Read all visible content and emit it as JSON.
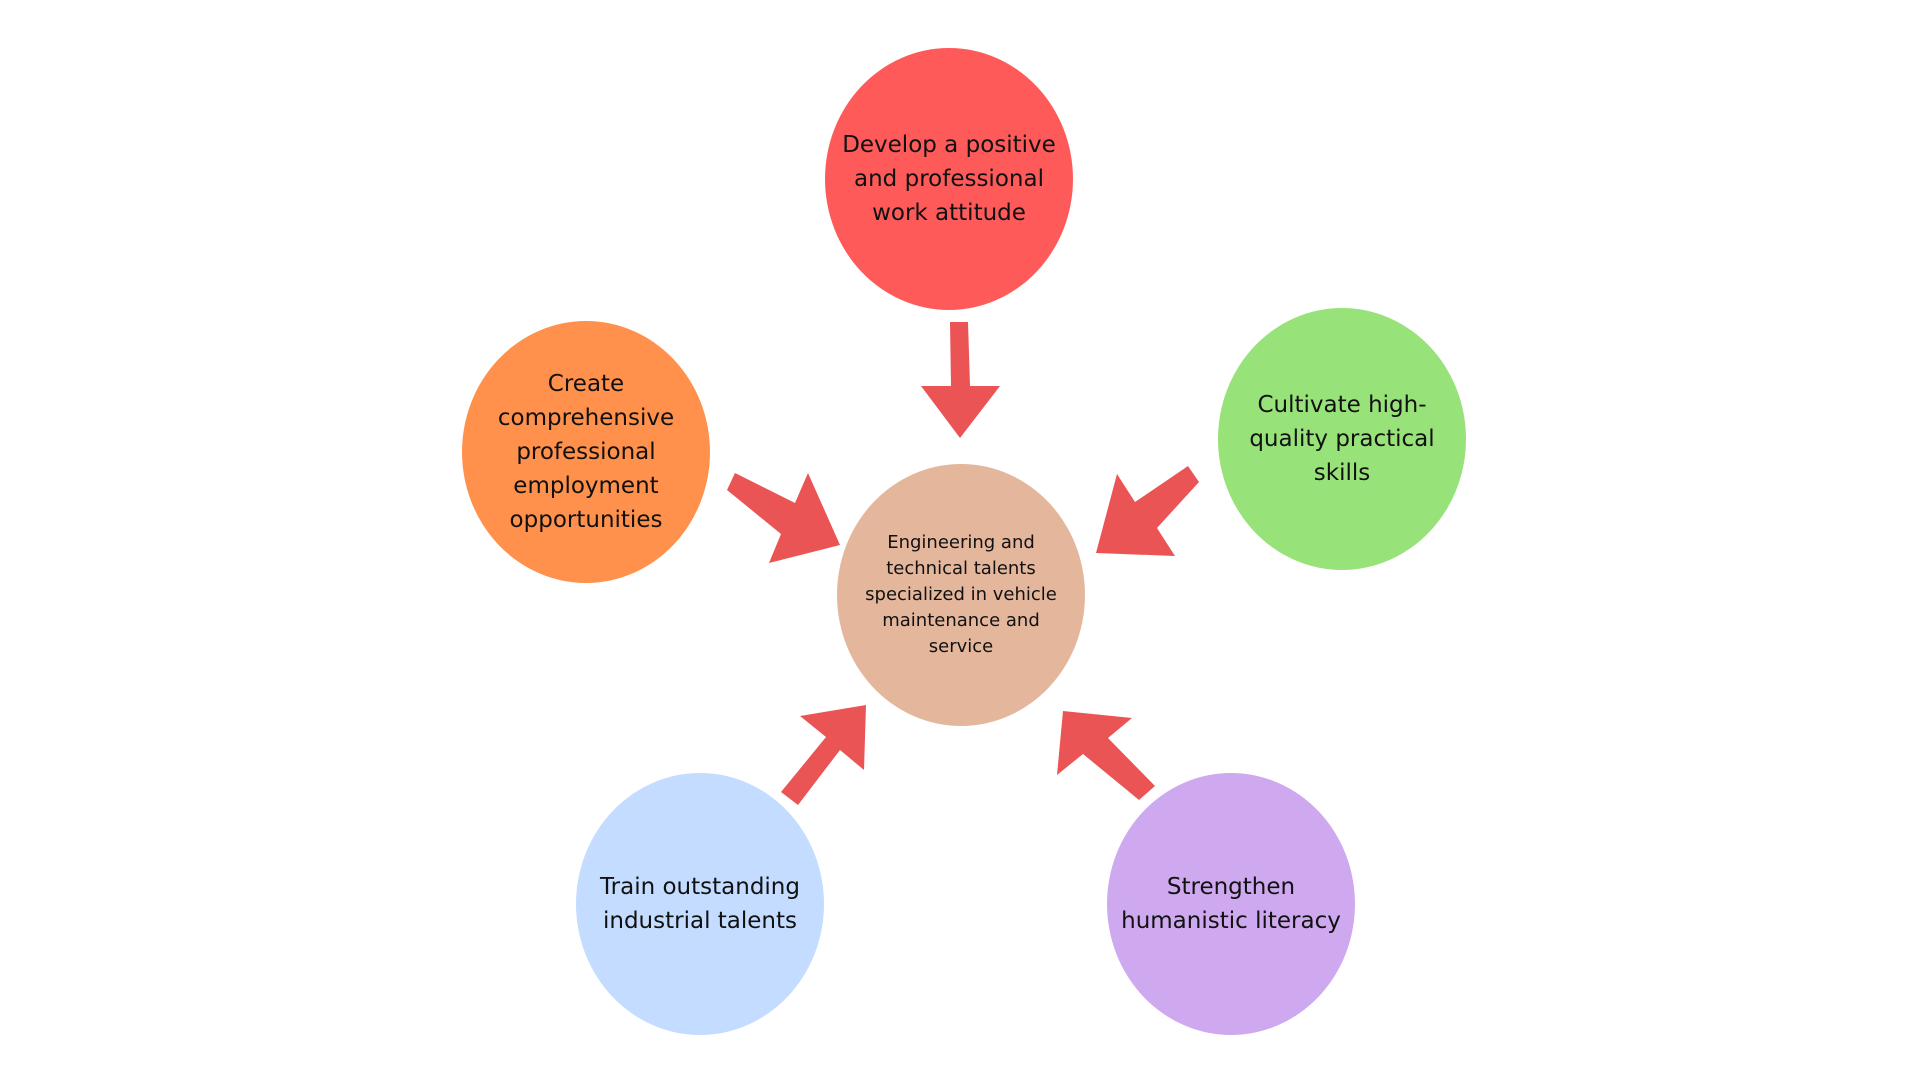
{
  "diagram": {
    "center": {
      "label": "Engineering and technical talents specialized in vehicle maintenance and service",
      "color": "#e4b69c"
    },
    "nodes": [
      {
        "id": "top",
        "label": "Develop a positive and professional work attitude",
        "color": "#ff5a5a"
      },
      {
        "id": "left",
        "label": "Create comprehensive professional employment opportunities",
        "color": "#ff914c"
      },
      {
        "id": "right",
        "label": "Cultivate high-quality practical skills",
        "color": "#98e27a"
      },
      {
        "id": "bottom-left",
        "label": "Train outstanding industrial talents",
        "color": "#c4dcff"
      },
      {
        "id": "bottom-right",
        "label": "Strengthen humanistic literacy",
        "color": "#cfa9f0"
      }
    ],
    "arrow_color": "#eb5454"
  }
}
